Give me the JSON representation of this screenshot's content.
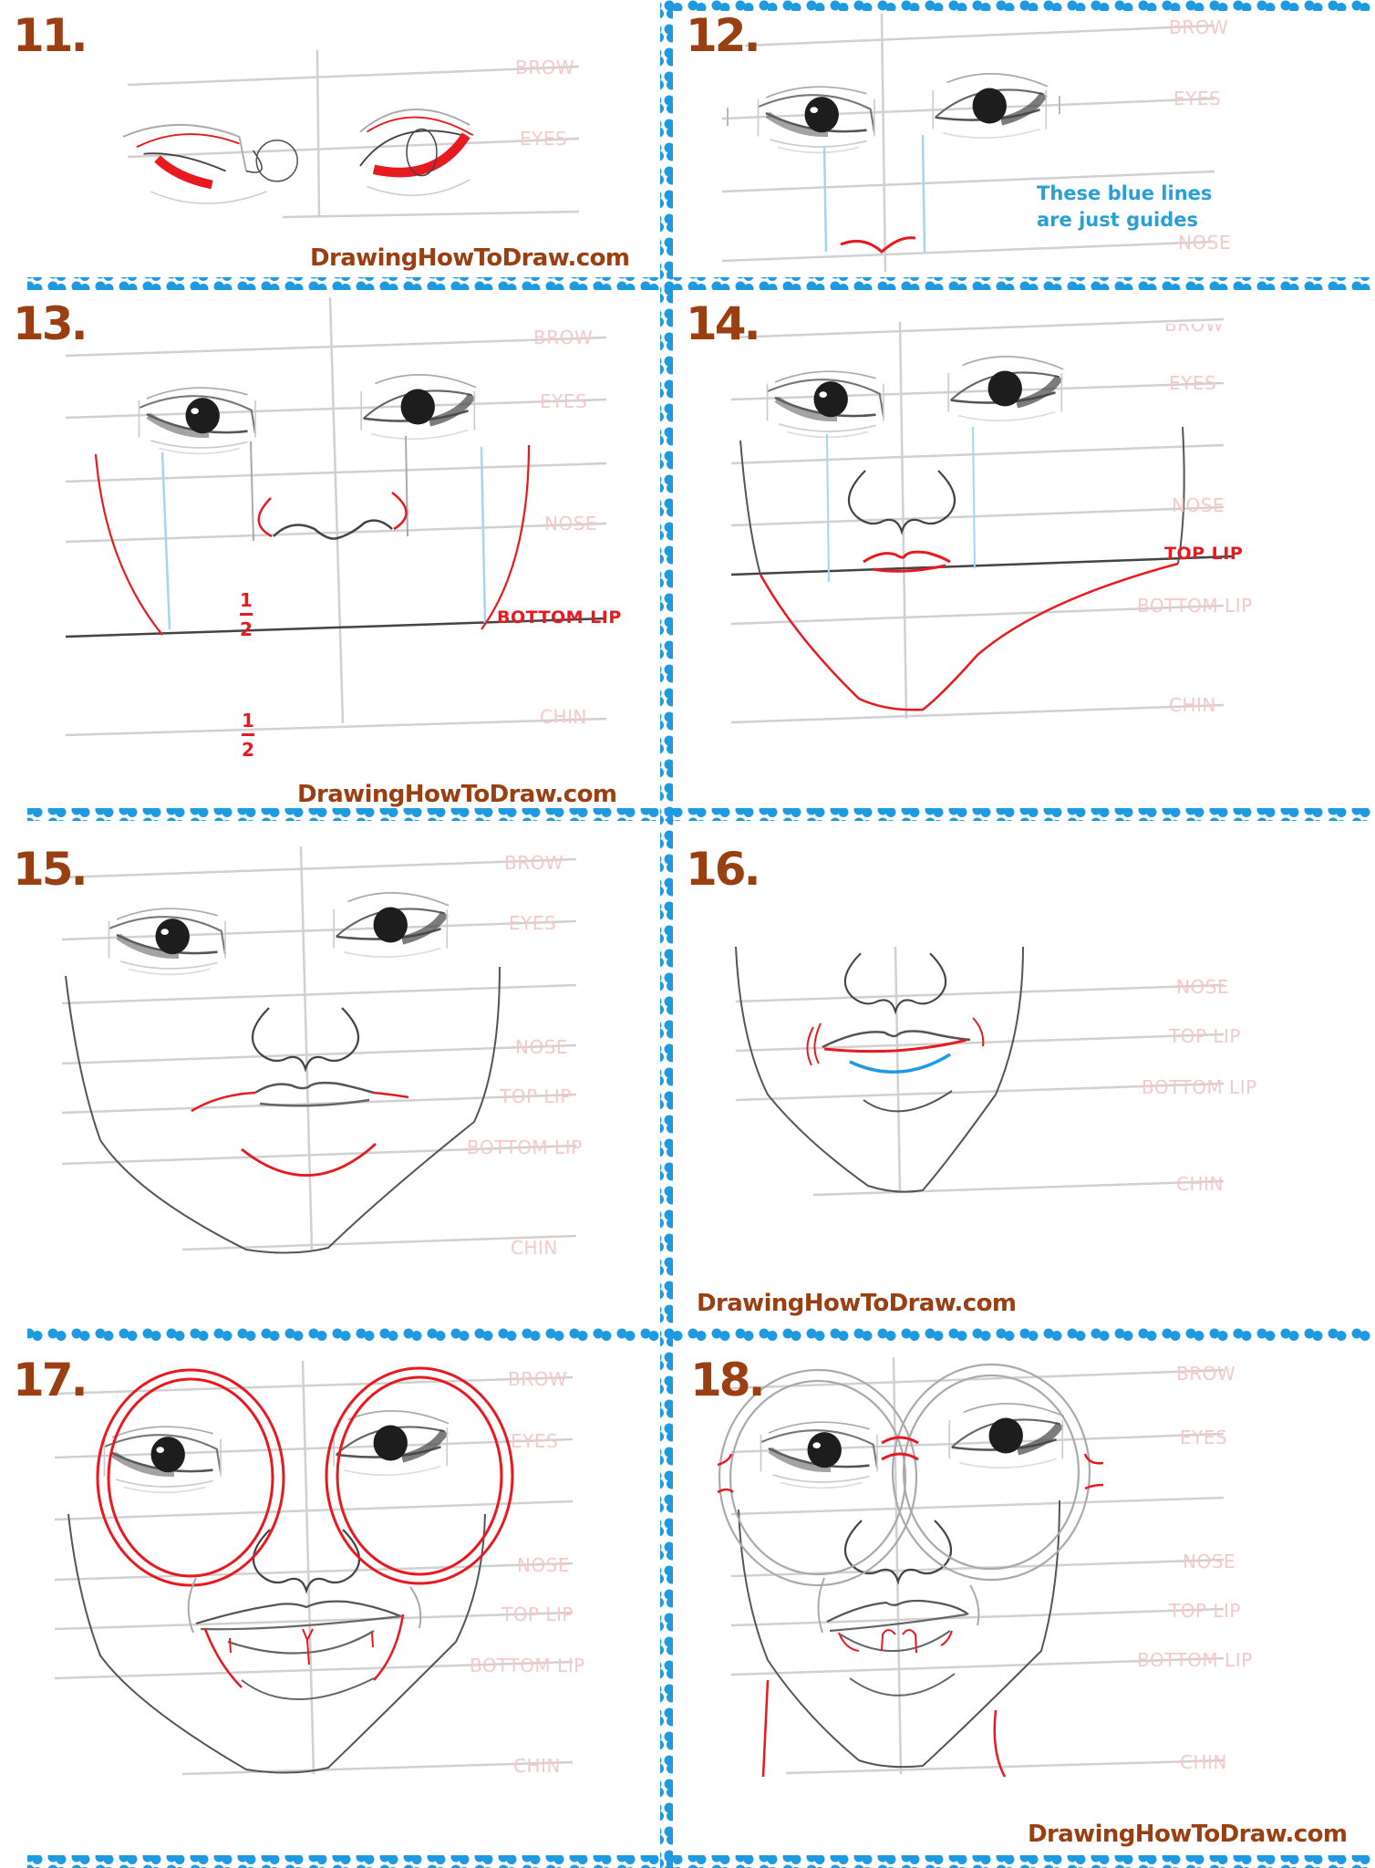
{
  "colors": {
    "step_number": "#9a3f12",
    "watermark": "#9a3f12",
    "divider": "#1e9ae0",
    "guide_line": "#cfcfcf",
    "guide_label": "#f6c9c9",
    "pencil": "#555555",
    "highlight_red": "#e8191f",
    "helper_blue": "#1e9ae0",
    "note_blue": "#2a9fd6"
  },
  "site_watermark": "DrawingHowToDraw.com",
  "guide_labels": {
    "brow": "BROW",
    "eyes": "EYES",
    "nose": "NOSE",
    "top_lip": "TOP LIP",
    "bottom_lip": "BOTTOM LIP",
    "chin": "CHIN"
  },
  "panels": [
    {
      "step": "11.",
      "labels": [
        "BROW",
        "EYES"
      ],
      "watermark": "DrawingHowToDraw.com"
    },
    {
      "step": "12.",
      "labels": [
        "BROW",
        "EYES",
        "NOSE"
      ],
      "note": [
        "These blue lines",
        "are just guides"
      ]
    },
    {
      "step": "13.",
      "labels": [
        "BROW",
        "EYES",
        "NOSE",
        "BOTTOM LIP",
        "CHIN"
      ],
      "fractions": [
        {
          "num": "1",
          "den": "2"
        },
        {
          "num": "1",
          "den": "2"
        }
      ],
      "watermark": "DrawingHowToDraw.com"
    },
    {
      "step": "14.",
      "labels": [
        "BROW",
        "EYES",
        "NOSE",
        "TOP LIP",
        "BOTTOM LIP",
        "CHIN"
      ]
    },
    {
      "step": "15.",
      "labels": [
        "BROW",
        "EYES",
        "NOSE",
        "TOP LIP",
        "BOTTOM LIP",
        "CHIN"
      ]
    },
    {
      "step": "16.",
      "labels": [
        "NOSE",
        "TOP LIP",
        "BOTTOM LIP",
        "CHIN"
      ],
      "watermark": "DrawingHowToDraw.com"
    },
    {
      "step": "17.",
      "labels": [
        "BROW",
        "EYES",
        "NOSE",
        "TOP LIP",
        "BOTTOM LIP",
        "CHIN"
      ]
    },
    {
      "step": "18.",
      "labels": [
        "BROW",
        "EYES",
        "NOSE",
        "TOP LIP",
        "BOTTOM LIP",
        "CHIN"
      ],
      "watermark": "DrawingHowToDraw.com"
    }
  ]
}
